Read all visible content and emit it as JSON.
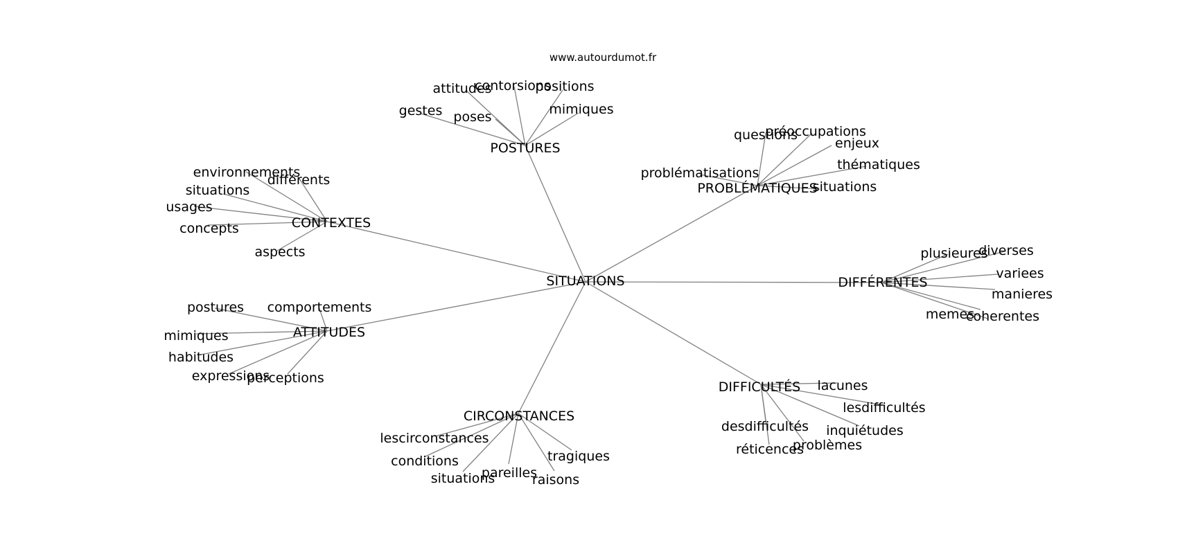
{
  "source_label": "www.autourdumot.fr",
  "center": {
    "id": "situations",
    "label": "SITUATIONS"
  },
  "clusters": [
    {
      "id": "postures",
      "label": "POSTURES",
      "leaves": [
        {
          "id": "gestes",
          "label": "gestes"
        },
        {
          "id": "attitudes",
          "label": "attitudes"
        },
        {
          "id": "poses",
          "label": "poses"
        },
        {
          "id": "contorsions",
          "label": "contorsions"
        },
        {
          "id": "positions",
          "label": "positions"
        },
        {
          "id": "mimiques",
          "label": "mimiques"
        }
      ]
    },
    {
      "id": "problematiques",
      "label": "PROBLÉMATIQUES",
      "leaves": [
        {
          "id": "questions",
          "label": "questions"
        },
        {
          "id": "preoccupations",
          "label": "préoccupations"
        },
        {
          "id": "enjeux",
          "label": "enjeux"
        },
        {
          "id": "thematiques",
          "label": "thématiques"
        },
        {
          "id": "problematisations",
          "label": "problématisations"
        },
        {
          "id": "situations",
          "label": "situations"
        }
      ]
    },
    {
      "id": "contextes",
      "label": "CONTEXTES",
      "leaves": [
        {
          "id": "environnements",
          "label": "environnements"
        },
        {
          "id": "differents",
          "label": "différents"
        },
        {
          "id": "situations",
          "label": "situations"
        },
        {
          "id": "usages",
          "label": "usages"
        },
        {
          "id": "concepts",
          "label": "concepts"
        },
        {
          "id": "aspects",
          "label": "aspects"
        }
      ]
    },
    {
      "id": "differentes",
      "label": "DIFFÉRENTES",
      "leaves": [
        {
          "id": "plusieures",
          "label": "plusieures"
        },
        {
          "id": "diverses",
          "label": "diverses"
        },
        {
          "id": "variees",
          "label": "variees"
        },
        {
          "id": "manieres",
          "label": "manieres"
        },
        {
          "id": "memes",
          "label": "memes"
        },
        {
          "id": "coherentes",
          "label": "coherentes"
        }
      ]
    },
    {
      "id": "attitudes",
      "label": "ATTITUDES",
      "leaves": [
        {
          "id": "postures",
          "label": "postures"
        },
        {
          "id": "comportements",
          "label": "comportements"
        },
        {
          "id": "mimiques",
          "label": "mimiques"
        },
        {
          "id": "habitudes",
          "label": "habitudes"
        },
        {
          "id": "expressions",
          "label": "expressions"
        },
        {
          "id": "perceptions",
          "label": "perceptions"
        }
      ]
    },
    {
      "id": "difficultes",
      "label": "DIFFICULTÉS",
      "leaves": [
        {
          "id": "lacunes",
          "label": "lacunes"
        },
        {
          "id": "lesdifficultes",
          "label": "lesdifficultés"
        },
        {
          "id": "desdifficultes",
          "label": "desdifficultés"
        },
        {
          "id": "inquietudes",
          "label": "inquiétudes"
        },
        {
          "id": "problemes",
          "label": "problèmes"
        },
        {
          "id": "reticences",
          "label": "réticences"
        }
      ]
    },
    {
      "id": "circonstances",
      "label": "CIRCONSTANCES",
      "leaves": [
        {
          "id": "lescirconstances",
          "label": "lescirconstances"
        },
        {
          "id": "conditions",
          "label": "conditions"
        },
        {
          "id": "tragiques",
          "label": "tragiques"
        },
        {
          "id": "situations",
          "label": "situations"
        },
        {
          "id": "pareilles",
          "label": "pareilles"
        },
        {
          "id": "raisons",
          "label": "raisons"
        }
      ]
    }
  ]
}
